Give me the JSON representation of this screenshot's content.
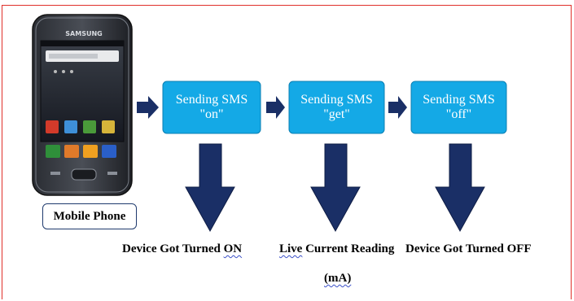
{
  "phone": {
    "brand": "SAMSUNG",
    "label": "Mobile Phone"
  },
  "steps": [
    {
      "line1": "Sending SMS",
      "line2": "\"on\""
    },
    {
      "line1": "Sending SMS",
      "line2": "\"get\""
    },
    {
      "line1": "Sending SMS",
      "line2": "\"off\""
    }
  ],
  "results": {
    "r1_a": "Device Got Turned ",
    "r1_b": "ON",
    "r2_a": "Live",
    "r2_b": " Current Reading",
    "r2_c": "(mA)",
    "r3": "Device Got Turned OFF"
  },
  "colors": {
    "box_fill": "#14a9e6",
    "arrow": "#1a2f66",
    "frame": "#e0302a"
  }
}
